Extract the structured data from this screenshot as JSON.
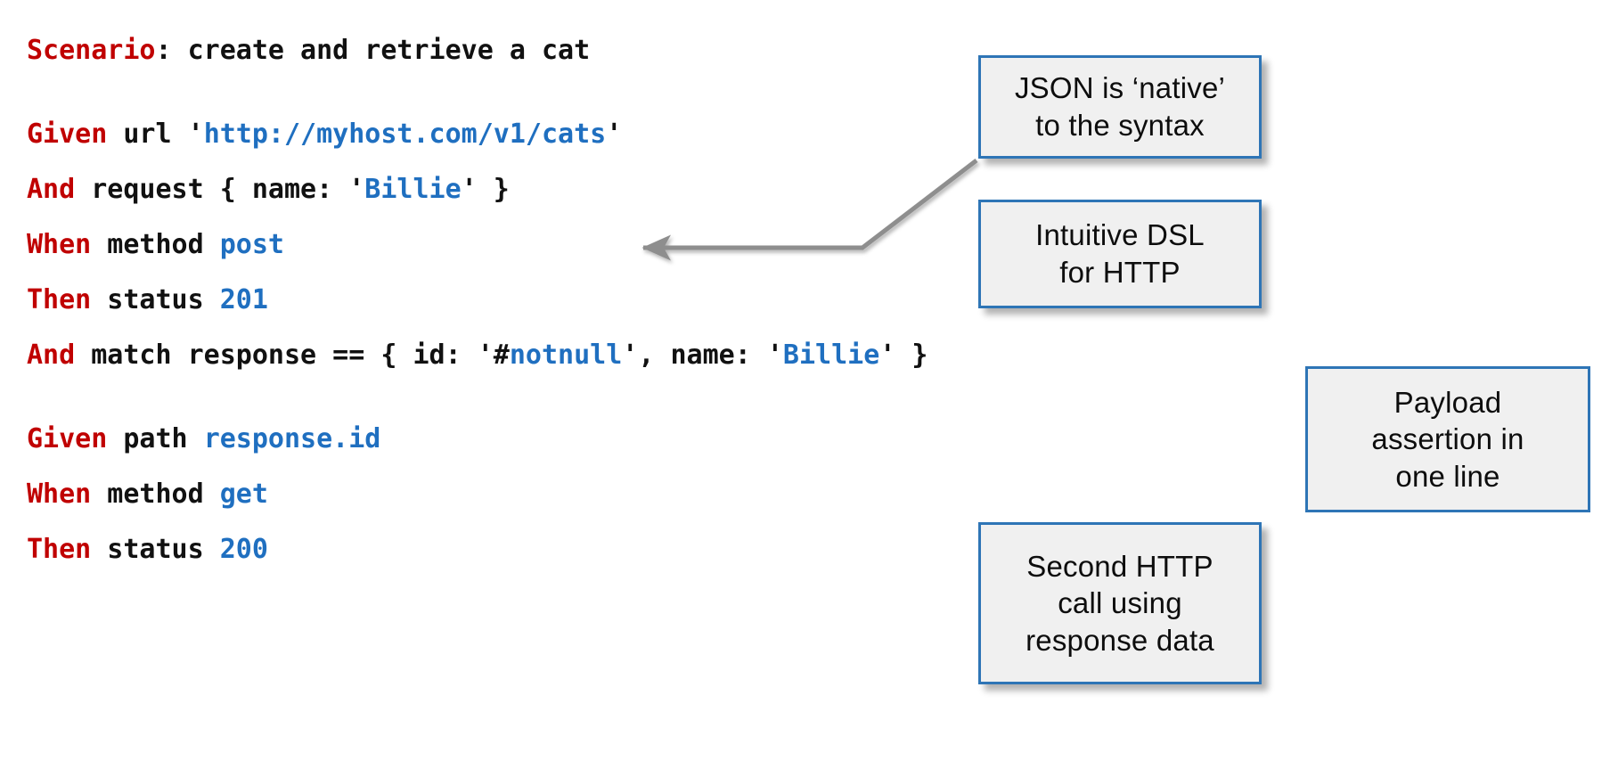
{
  "code": {
    "lines": [
      {
        "id": "scenario",
        "segments": [
          {
            "text": "Scenario",
            "style": "kw"
          },
          {
            "text": ": create and retrieve a cat",
            "style": "plain"
          }
        ]
      },
      {
        "id": "blank-1",
        "segments": []
      },
      {
        "id": "given-url",
        "segments": [
          {
            "text": "Given",
            "style": "kw"
          },
          {
            "text": " url '",
            "style": "plain"
          },
          {
            "text": "http://myhost.com/v1/cats",
            "style": "val"
          },
          {
            "text": "'",
            "style": "plain"
          }
        ]
      },
      {
        "id": "and-request",
        "segments": [
          {
            "text": "And",
            "style": "kw"
          },
          {
            "text": " request { name: '",
            "style": "plain"
          },
          {
            "text": "Billie",
            "style": "val"
          },
          {
            "text": "' }",
            "style": "plain"
          }
        ]
      },
      {
        "id": "when-method-post",
        "segments": [
          {
            "text": "When",
            "style": "kw"
          },
          {
            "text": " method ",
            "style": "plain"
          },
          {
            "text": "post",
            "style": "val"
          }
        ]
      },
      {
        "id": "then-status-201",
        "segments": [
          {
            "text": "Then",
            "style": "kw"
          },
          {
            "text": " status ",
            "style": "plain"
          },
          {
            "text": "201",
            "style": "val"
          }
        ]
      },
      {
        "id": "and-match-response",
        "segments": [
          {
            "text": "And",
            "style": "kw"
          },
          {
            "text": " match response == { id: '#",
            "style": "plain"
          },
          {
            "text": "notnull",
            "style": "val"
          },
          {
            "text": "', name: '",
            "style": "plain"
          },
          {
            "text": "Billie",
            "style": "val"
          },
          {
            "text": "' }",
            "style": "plain"
          }
        ]
      },
      {
        "id": "blank-2",
        "segments": []
      },
      {
        "id": "given-path",
        "segments": [
          {
            "text": "Given",
            "style": "kw"
          },
          {
            "text": " path ",
            "style": "plain"
          },
          {
            "text": "response.id",
            "style": "val"
          }
        ]
      },
      {
        "id": "when-method-get",
        "segments": [
          {
            "text": "When",
            "style": "kw"
          },
          {
            "text": " method ",
            "style": "plain"
          },
          {
            "text": "get",
            "style": "val"
          }
        ]
      },
      {
        "id": "then-status-200",
        "segments": [
          {
            "text": "Then",
            "style": "kw"
          },
          {
            "text": " status ",
            "style": "plain"
          },
          {
            "text": "200",
            "style": "val"
          }
        ]
      }
    ]
  },
  "callouts": {
    "json_native": "JSON is ‘native’\nto the syntax",
    "intuitive_dsl": "Intuitive DSL\nfor HTTP",
    "payload_assertion": "Payload\nassertion in\none line",
    "second_http": "Second HTTP\ncall using\nresponse data"
  },
  "colors": {
    "keyword_red": "#C00000",
    "value_blue": "#1F6FC0",
    "code_black": "#111111",
    "callout_border": "#2E75B6",
    "callout_fill": "#F0F0F0",
    "arrow_gray": "#8E8E8E",
    "background": "#FFFFFF"
  },
  "arrows": [
    {
      "id": "arrow-json-native",
      "from": "callout-json",
      "to": "and-request",
      "shape": "elbow"
    },
    {
      "id": "arrow-intuitive-dsl",
      "from": "callout-dsl",
      "to": "when-method-post",
      "shape": "straight"
    },
    {
      "id": "arrow-payload-assertion",
      "from": "callout-payload",
      "to": "and-match-response",
      "shape": "straight"
    },
    {
      "id": "arrow-second-http",
      "from": "callout-second",
      "to": "given-path",
      "shape": "straight"
    }
  ]
}
